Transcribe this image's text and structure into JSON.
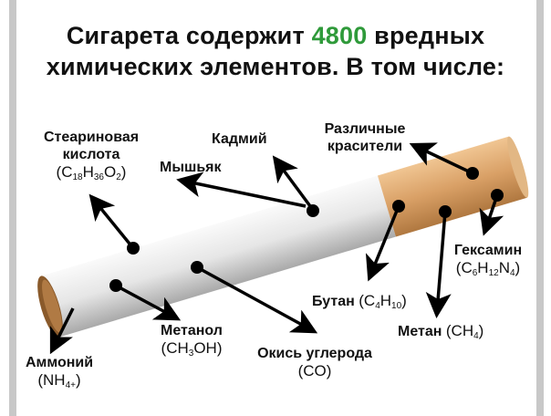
{
  "title": {
    "line1_before": "Сигарета содержит ",
    "line1_number": "4800",
    "line1_after": " вредных",
    "line2": "химических элементов. В том числе:"
  },
  "colors": {
    "accent": "#2f9a3a",
    "paper": "#e9e9e9",
    "filter": "#d9a066"
  },
  "labels": {
    "stearic": {
      "name1": "Стеариновая",
      "name2": "кислота",
      "formula": [
        "C",
        "18",
        "H",
        "36",
        "O",
        "2"
      ]
    },
    "cadmium": {
      "name": "Кадмий"
    },
    "arsenic": {
      "name": "Мышьяк"
    },
    "dyes": {
      "name1": "Различные",
      "name2": "красители"
    },
    "hexamine": {
      "name": "Гексамин",
      "formula": [
        "C",
        "6",
        "H",
        "12",
        "N",
        "4"
      ]
    },
    "butane": {
      "name": "Бутан",
      "formula": [
        "C",
        "4",
        "H",
        "10"
      ]
    },
    "methane": {
      "name": "Метан",
      "formula": [
        "CH",
        "4"
      ]
    },
    "carbon_monoxide": {
      "name": "Окись углерода",
      "formula": "(CO)"
    },
    "methanol": {
      "name": "Метанол",
      "formula": [
        "CH",
        "3",
        "OH"
      ]
    },
    "ammonium": {
      "name": "Аммоний",
      "formula": [
        "NH",
        "4+"
      ]
    }
  }
}
